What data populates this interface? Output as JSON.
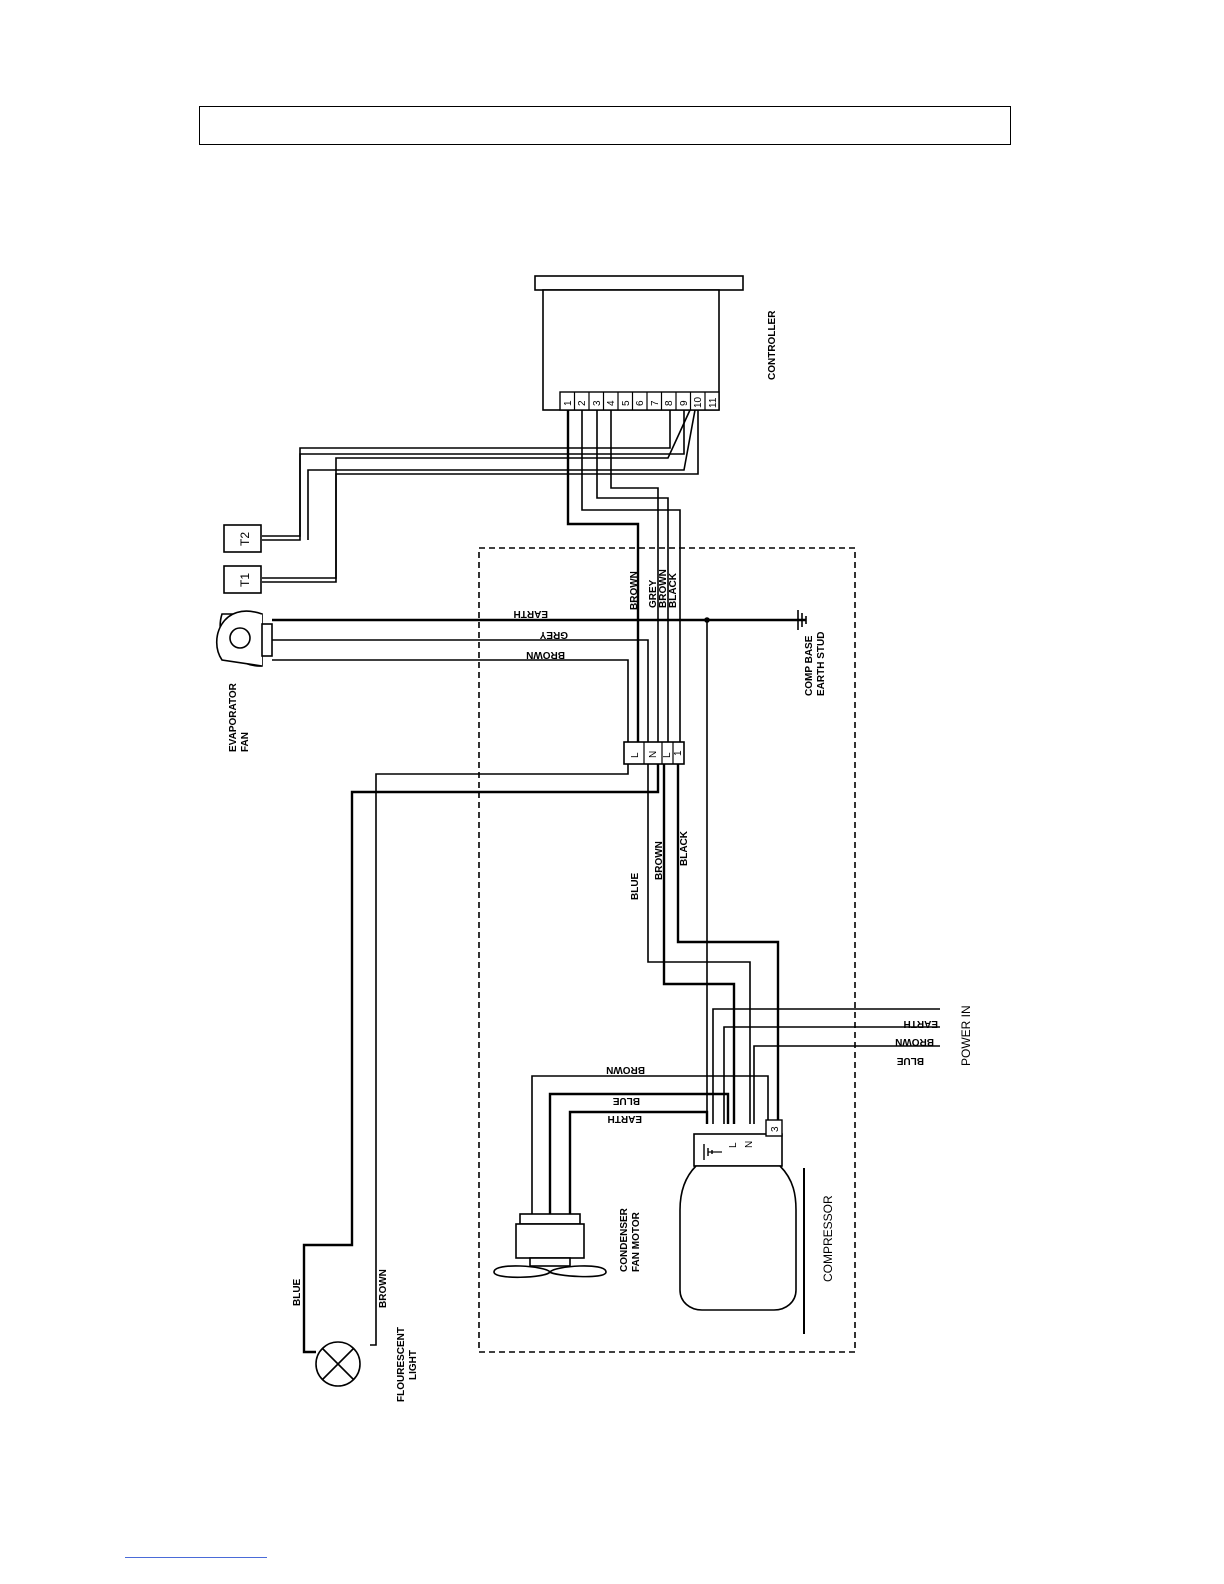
{
  "labels": {
    "controller": "CONTROLLER",
    "t1": "T1",
    "t2": "T2",
    "evaporator_fan_1": "EVAPORATOR",
    "evaporator_fan_2": "FAN",
    "comp_base_1": "COMP BASE",
    "comp_base_2": "EARTH STUD",
    "condenser_1": "CONDENSER",
    "condenser_2": "FAN MOTOR",
    "compressor": "COMPRESSOR",
    "power_in": "POWER IN",
    "light_1": "FLOURESCENT",
    "light_2": "LIGHT"
  },
  "terminals": [
    "1",
    "2",
    "3",
    "4",
    "5",
    "6",
    "7",
    "8",
    "9",
    "10",
    "11"
  ],
  "junction": [
    "L",
    "N",
    "L",
    "1"
  ],
  "compressor_terminals": [
    "L",
    "N",
    "3"
  ],
  "wires": {
    "earth": "EARTH",
    "grey": "GREY",
    "brown": "BROWN",
    "blue": "BLUE",
    "black": "BLACK"
  }
}
